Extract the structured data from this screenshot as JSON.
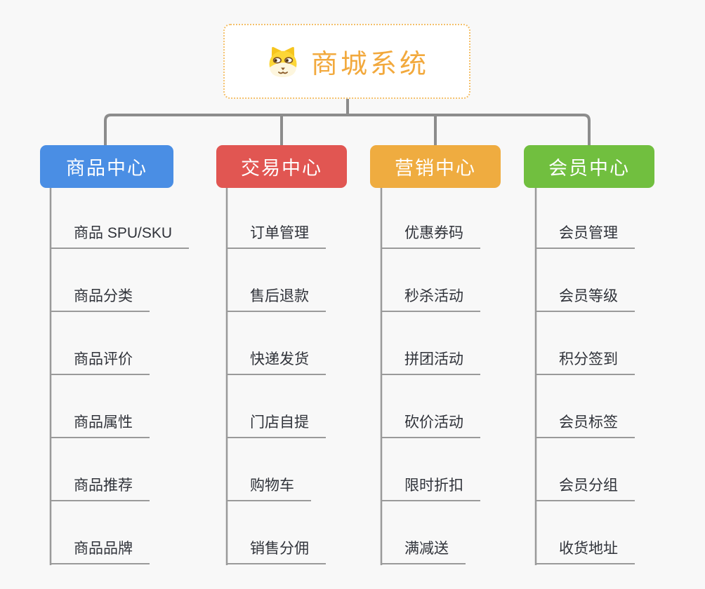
{
  "root": {
    "label": "商城系统",
    "icon": "dog-face-icon",
    "text_color": "#F2A93D",
    "border_color": "#F4C06A"
  },
  "canvas": {
    "background": "#F8F8F8",
    "connector_color": "#8C8C8C",
    "underline_color": "#9A9A9A",
    "item_text_color": "#30333A"
  },
  "branches": [
    {
      "label": "商品中心",
      "color": "#4A8EE4",
      "items": [
        "商品 SPU/SKU",
        "商品分类",
        "商品评价",
        "商品属性",
        "商品推荐",
        "商品品牌"
      ]
    },
    {
      "label": "交易中心",
      "color": "#E15652",
      "items": [
        "订单管理",
        "售后退款",
        "快递发货",
        "门店自提",
        "购物车",
        "销售分佣"
      ]
    },
    {
      "label": "营销中心",
      "color": "#EFAC40",
      "items": [
        "优惠券码",
        "秒杀活动",
        "拼团活动",
        "砍价活动",
        "限时折扣",
        "满减送"
      ]
    },
    {
      "label": "会员中心",
      "color": "#71BF3F",
      "items": [
        "会员管理",
        "会员等级",
        "积分签到",
        "会员标签",
        "会员分组",
        "收货地址"
      ]
    }
  ]
}
